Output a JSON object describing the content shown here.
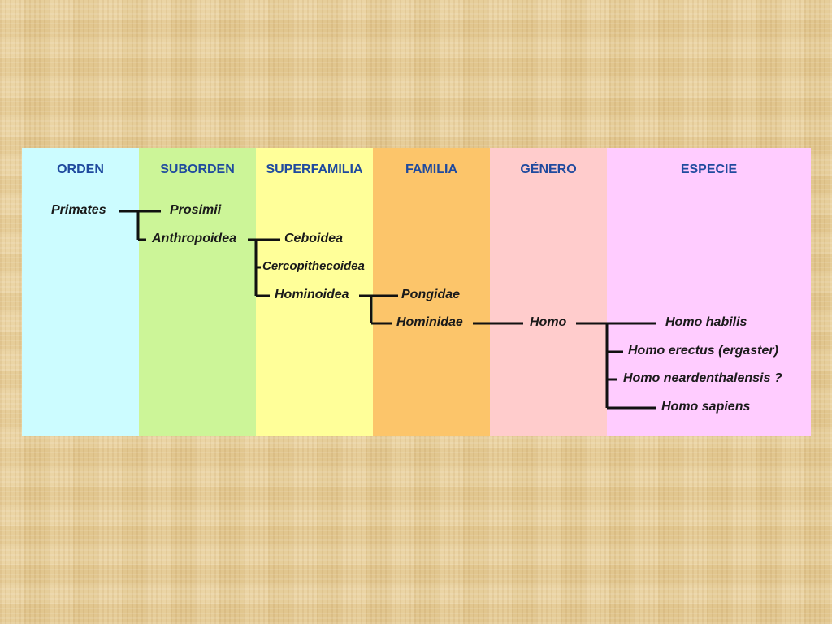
{
  "columns": [
    {
      "key": "orden",
      "header": "ORDEN",
      "color": "#ccfcff"
    },
    {
      "key": "suborden",
      "header": "SUBORDEN",
      "color": "#ccf598"
    },
    {
      "key": "superfamilia",
      "header": "SUPERFAMILIA",
      "color": "#ffff99"
    },
    {
      "key": "familia",
      "header": "FAMILIA",
      "color": "#fcc56a"
    },
    {
      "key": "genero",
      "header": "GÉNERO",
      "color": "#ffcccc"
    },
    {
      "key": "especie",
      "header": "ESPECIE",
      "color": "#ffccff"
    }
  ],
  "taxa": {
    "primates": "Primates",
    "prosimii": "Prosimii",
    "anthropoidea": "Anthropoidea",
    "ceboidea": "Ceboidea",
    "cercopithecoidea": "Cercopithecoidea",
    "hominoidea": "Hominoidea",
    "pongidae": "Pongidae",
    "hominidae": "Hominidae",
    "homo": "Homo",
    "homo_habilis": "Homo habilis",
    "homo_erectus": "Homo erectus (ergaster)",
    "homo_neanderthalensis": "Homo neardenthalensis ?",
    "homo_sapiens": "Homo sapiens"
  },
  "colors": {
    "header_text": "#1f4a9e",
    "node_text": "#1a1a1a",
    "connector": "#111111"
  }
}
